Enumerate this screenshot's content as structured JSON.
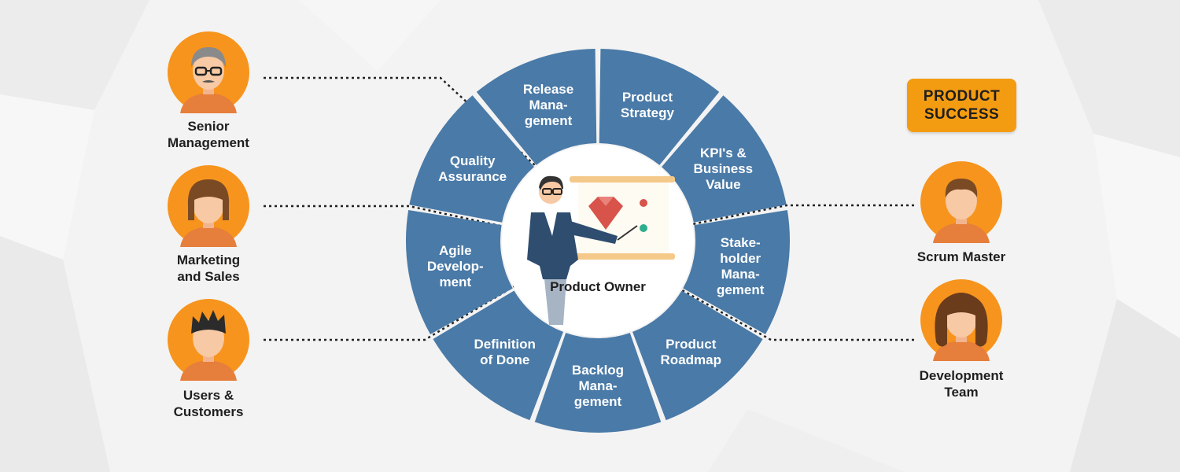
{
  "center": {
    "label": "Product Owner"
  },
  "segments": [
    {
      "label_lines": [
        "Product",
        "Strategy"
      ]
    },
    {
      "label_lines": [
        "KPI's &",
        "Business",
        "Value"
      ]
    },
    {
      "label_lines": [
        "Stake-",
        "holder",
        "Mana-",
        "gement"
      ]
    },
    {
      "label_lines": [
        "Product",
        "Roadmap"
      ]
    },
    {
      "label_lines": [
        "Backlog",
        "Mana-",
        "gement"
      ]
    },
    {
      "label_lines": [
        "Definition",
        "of Done"
      ]
    },
    {
      "label_lines": [
        "Agile",
        "Develop-",
        "ment"
      ]
    },
    {
      "label_lines": [
        "Quality",
        "Assurance"
      ]
    },
    {
      "label_lines": [
        "Release",
        "Mana-",
        "gement"
      ]
    }
  ],
  "left_people": [
    {
      "label_lines": [
        "Senior",
        "Management"
      ],
      "avatar": "man-glasses-icon"
    },
    {
      "label_lines": [
        "Marketing",
        "and Sales"
      ],
      "avatar": "woman-icon"
    },
    {
      "label_lines": [
        "Users &",
        "Customers"
      ],
      "avatar": "man-spiky-hair-icon"
    }
  ],
  "right_people": [
    {
      "label_lines": [
        "Scrum Master"
      ],
      "avatar": "man-icon"
    },
    {
      "label_lines": [
        "Development",
        "Team"
      ],
      "avatar": "woman-curly-hair-icon"
    }
  ],
  "badge": {
    "line1": "PRODUCT",
    "line2": "SUCCESS"
  },
  "colors": {
    "segment": "#4a7aa7",
    "avatar_bg": "#f7941d",
    "badge": "#f39c12",
    "text_dark": "#1f1f1f"
  }
}
